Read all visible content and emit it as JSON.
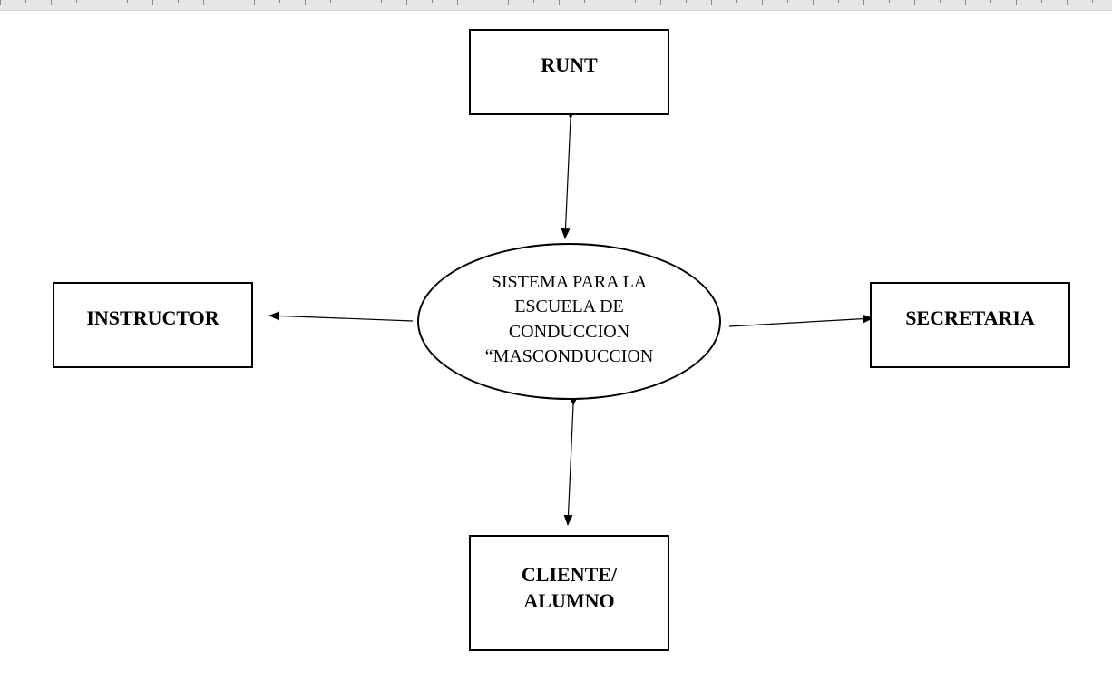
{
  "diagram": {
    "center": {
      "label": "SISTEMA PARA LA\nESCUELA DE\nCONDUCCION\n“MASCONDUCCION"
    },
    "entities": [
      {
        "id": "runt",
        "label": "RUNT"
      },
      {
        "id": "instructor",
        "label": "INSTRUCTOR"
      },
      {
        "id": "secretaria",
        "label": "SECRETARIA"
      },
      {
        "id": "cliente",
        "label": "CLIENTE/\nALUMNO"
      }
    ],
    "connections": [
      {
        "from": "runt",
        "to": "center",
        "direction": "bidirectional"
      },
      {
        "from": "center",
        "to": "instructor",
        "direction": "to-instructor"
      },
      {
        "from": "center",
        "to": "secretaria",
        "direction": "to-secretaria"
      },
      {
        "from": "cliente",
        "to": "center",
        "direction": "bidirectional"
      }
    ],
    "colors": {
      "stroke": "#000000",
      "background": "#ffffff",
      "ruler": "#e6e6e6"
    }
  }
}
